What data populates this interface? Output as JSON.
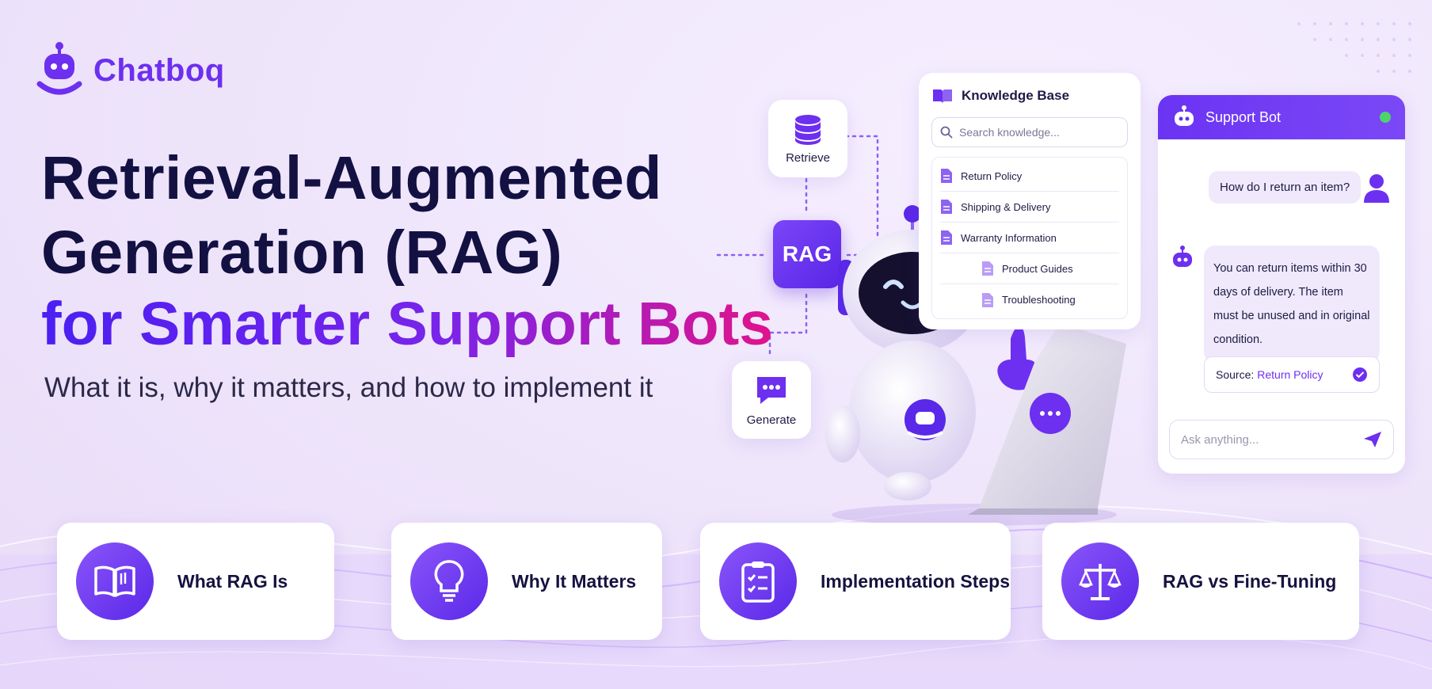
{
  "brand": {
    "name": "Chatboq",
    "color": "#6d2ff0"
  },
  "hero": {
    "line1": "Retrieval-Augmented",
    "line2": "Generation (RAG)",
    "line3": "for Smarter Support Bots",
    "subtitle": "What it is, why it matters, and how to implement it"
  },
  "flow": {
    "retrieve": "Retrieve",
    "rag": "RAG",
    "generate": "Generate"
  },
  "knowledge_base": {
    "title": "Knowledge Base",
    "search_placeholder": "Search knowledge...",
    "items": [
      "Return Policy",
      "Shipping & Delivery",
      "Warranty Information",
      "Product Guides",
      "Troubleshooting"
    ]
  },
  "chat": {
    "title": "Support Bot",
    "user_message": "How do I return an item?",
    "bot_message": "You can return items within 30 days of delivery. The item must be unused and in original condition.",
    "source_label": "Source:",
    "source_link": "Return Policy",
    "input_placeholder": "Ask anything..."
  },
  "tiles": [
    "What RAG Is",
    "Why It Matters",
    "Implementation Steps",
    "RAG vs Fine-Tuning"
  ],
  "colors": {
    "accent": "#6d2ff0",
    "gradient_end": "#e0138c",
    "online": "#4fd36b"
  }
}
